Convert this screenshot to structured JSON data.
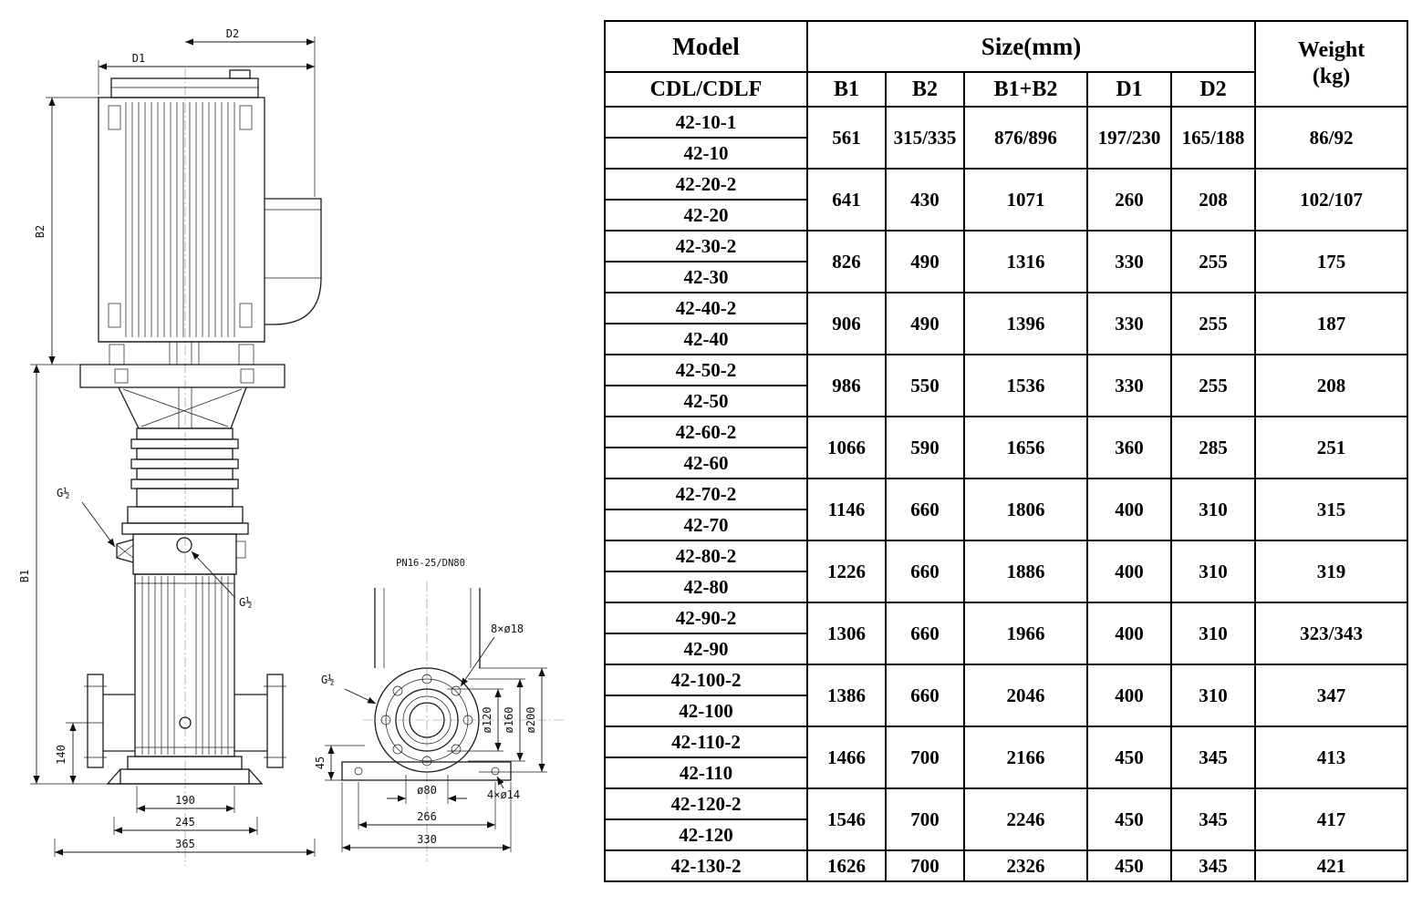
{
  "table": {
    "header": {
      "model": "Model",
      "model_sub": "CDL/CDLF",
      "size": "Size(mm)",
      "col_b1": "B1",
      "col_b2": "B2",
      "col_b1b2": "B1+B2",
      "col_d1": "D1",
      "col_d2": "D2",
      "weight_l1": "Weight",
      "weight_l2": "(kg)"
    },
    "groups": [
      {
        "models": [
          "42-10-1",
          "42-10"
        ],
        "b1": "561",
        "b2": "315/335",
        "b1b2": "876/896",
        "d1": "197/230",
        "d2": "165/188",
        "weight": "86/92"
      },
      {
        "models": [
          "42-20-2",
          "42-20"
        ],
        "b1": "641",
        "b2": "430",
        "b1b2": "1071",
        "d1": "260",
        "d2": "208",
        "weight": "102/107"
      },
      {
        "models": [
          "42-30-2",
          "42-30"
        ],
        "b1": "826",
        "b2": "490",
        "b1b2": "1316",
        "d1": "330",
        "d2": "255",
        "weight": "175"
      },
      {
        "models": [
          "42-40-2",
          "42-40"
        ],
        "b1": "906",
        "b2": "490",
        "b1b2": "1396",
        "d1": "330",
        "d2": "255",
        "weight": "187"
      },
      {
        "models": [
          "42-50-2",
          "42-50"
        ],
        "b1": "986",
        "b2": "550",
        "b1b2": "1536",
        "d1": "330",
        "d2": "255",
        "weight": "208"
      },
      {
        "models": [
          "42-60-2",
          "42-60"
        ],
        "b1": "1066",
        "b2": "590",
        "b1b2": "1656",
        "d1": "360",
        "d2": "285",
        "weight": "251"
      },
      {
        "models": [
          "42-70-2",
          "42-70"
        ],
        "b1": "1146",
        "b2": "660",
        "b1b2": "1806",
        "d1": "400",
        "d2": "310",
        "weight": "315"
      },
      {
        "models": [
          "42-80-2",
          "42-80"
        ],
        "b1": "1226",
        "b2": "660",
        "b1b2": "1886",
        "d1": "400",
        "d2": "310",
        "weight": "319"
      },
      {
        "models": [
          "42-90-2",
          "42-90"
        ],
        "b1": "1306",
        "b2": "660",
        "b1b2": "1966",
        "d1": "400",
        "d2": "310",
        "weight": "323/343"
      },
      {
        "models": [
          "42-100-2",
          "42-100"
        ],
        "b1": "1386",
        "b2": "660",
        "b1b2": "2046",
        "d1": "400",
        "d2": "310",
        "weight": "347"
      },
      {
        "models": [
          "42-110-2",
          "42-110"
        ],
        "b1": "1466",
        "b2": "700",
        "b1b2": "2166",
        "d1": "450",
        "d2": "345",
        "weight": "413"
      },
      {
        "models": [
          "42-120-2",
          "42-120"
        ],
        "b1": "1546",
        "b2": "700",
        "b1b2": "2246",
        "d1": "450",
        "d2": "345",
        "weight": "417"
      },
      {
        "models": [
          "42-130-2"
        ],
        "b1": "1626",
        "b2": "700",
        "b1b2": "2326",
        "d1": "450",
        "d2": "345",
        "weight": "421"
      }
    ]
  },
  "drawing": {
    "front": {
      "d2": "D2",
      "d1": "D1",
      "b2": "B2",
      "b1": "B1",
      "g_half_top": "G½",
      "g_half_mid": "G½",
      "dim_140": "140",
      "dim_190": "190",
      "dim_245": "245",
      "dim_365": "365"
    },
    "flange": {
      "pn": "PN16-25/DN80",
      "bolts": "8×ø18",
      "g_half": "G½",
      "d120": "ø120",
      "d160": "ø160",
      "d200": "ø200",
      "d80": "ø80",
      "base_bolts": "4×ø14",
      "dim_45": "45",
      "dim_266": "266",
      "dim_330": "330"
    }
  }
}
